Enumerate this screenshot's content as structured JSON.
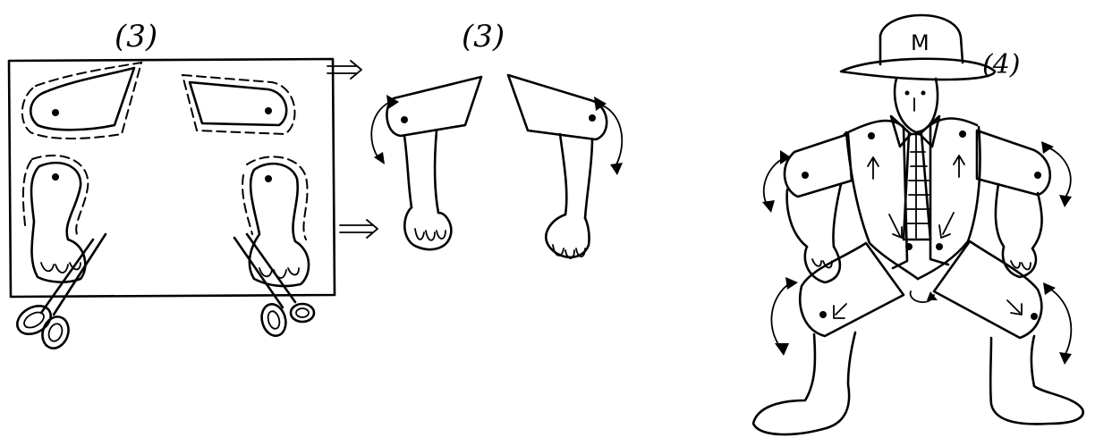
{
  "labels": {
    "step_left": "(3)",
    "step_middle": "(3)",
    "step_right": "(4)",
    "hat_letter": "M"
  },
  "icons": {
    "scissors": "scissors-icon",
    "pivot_arrow": "curved-arrow-icon",
    "direction_arrow": "double-line-arrow-icon"
  },
  "colors": {
    "ink": "#000000",
    "paper": "#ffffff"
  }
}
